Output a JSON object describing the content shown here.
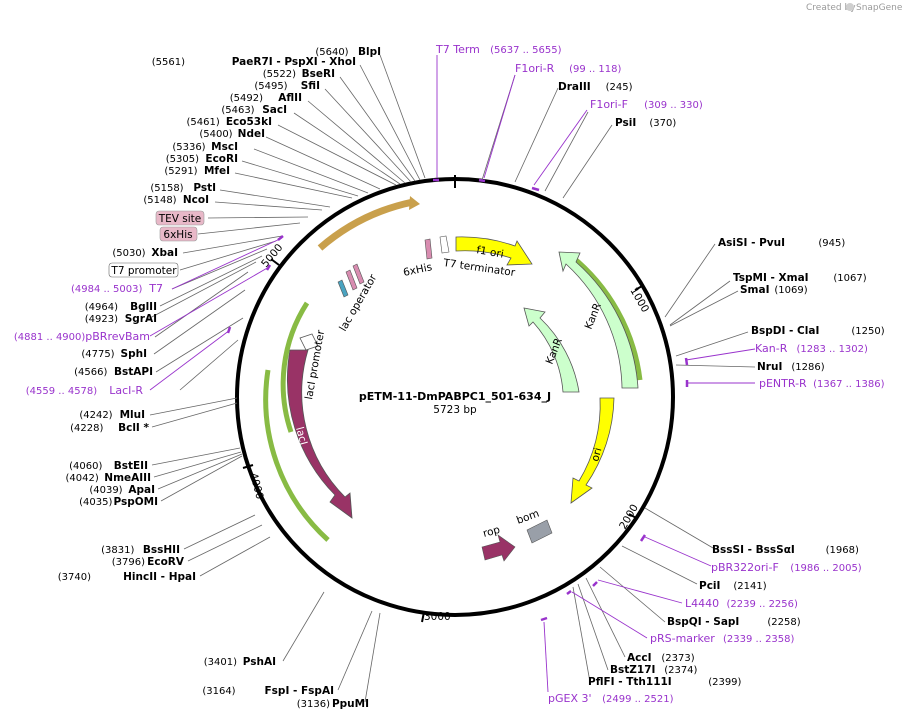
{
  "app": {
    "credit_prefix": "Created by",
    "credit_brand": "SnapGene"
  },
  "plasmid": {
    "name": "pETM-11-DmPABPC1_501-634_J",
    "length": "5723 bp"
  },
  "ticks": [
    "1000",
    "2000",
    "3000",
    "4000",
    "5000"
  ],
  "sites": [
    {
      "pos": "(5640)",
      "name": "BlpI"
    },
    {
      "pos": "(5561)",
      "name": "PaeR7I   - PspXI   - XhoI"
    },
    {
      "pos": "(5522)",
      "name": "BseRI"
    },
    {
      "pos": "(5495)",
      "name": "SfiI"
    },
    {
      "pos": "(5492)",
      "name": "AflII"
    },
    {
      "pos": "(5463)",
      "name": "SacI"
    },
    {
      "pos": "(5461)",
      "name": "Eco53kI"
    },
    {
      "pos": "(5400)",
      "name": "NdeI"
    },
    {
      "pos": "(5336)",
      "name": "MscI"
    },
    {
      "pos": "(5305)",
      "name": "EcoRI"
    },
    {
      "pos": "(5291)",
      "name": "MfeI"
    },
    {
      "pos": "(5158)",
      "name": "PstI"
    },
    {
      "pos": "(5148)",
      "name": "NcoI"
    },
    {
      "pos": "(5030)",
      "name": "XbaI"
    },
    {
      "pos": "(4964)",
      "name": "BglII"
    },
    {
      "pos": "(4923)",
      "name": "SgrAI"
    },
    {
      "pos": "(4775)",
      "name": "SphI"
    },
    {
      "pos": "(4566)",
      "name": "BstAPI"
    },
    {
      "pos": "(4242)",
      "name": "MluI"
    },
    {
      "pos": "(4228)",
      "name": "BclI *"
    },
    {
      "pos": "(4060)",
      "name": "BstEII"
    },
    {
      "pos": "(4042)",
      "name": "NmeAIII"
    },
    {
      "pos": "(4039)",
      "name": "ApaI"
    },
    {
      "pos": "(4035)",
      "name": "PspOMI"
    },
    {
      "pos": "(3831)",
      "name": "BssHII"
    },
    {
      "pos": "(3796)",
      "name": "EcoRV"
    },
    {
      "pos": "(3740)",
      "name": "HincII   - HpaI"
    },
    {
      "pos": "(3401)",
      "name": "PshAI"
    },
    {
      "pos": "(3164)",
      "name": "FspI   - FspAI"
    },
    {
      "pos": "(3136)",
      "name": "PpuMI"
    },
    {
      "pos": "(245)",
      "name": "DraIII"
    },
    {
      "pos": "(370)",
      "name": "PsiI"
    },
    {
      "pos": "(945)",
      "name": "AsiSI   - PvuI"
    },
    {
      "pos": "(1067)",
      "name": "TspMI   - XmaI"
    },
    {
      "pos": "(1069)",
      "name": "SmaI"
    },
    {
      "pos": "(1250)",
      "name": "BspDI   - ClaI"
    },
    {
      "pos": "(1286)",
      "name": "NruI"
    },
    {
      "pos": "(1968)",
      "name": "BssSI   - BssSαI"
    },
    {
      "pos": "(2141)",
      "name": "PciI"
    },
    {
      "pos": "(2258)",
      "name": "BspQI   - SapI"
    },
    {
      "pos": "(2373)",
      "name": "AccI"
    },
    {
      "pos": "(2374)",
      "name": "BstZ17I"
    },
    {
      "pos": "(2399)",
      "name": "PflFI   - Tth111I"
    }
  ],
  "primers": [
    {
      "name": "T7 Term",
      "range": "(5637 .. 5655)"
    },
    {
      "name": "F1ori-R",
      "range": "(99 .. 118)"
    },
    {
      "name": "F1ori-F",
      "range": "(309 .. 330)"
    },
    {
      "name": "Kan-R",
      "range": "(1283 .. 1302)"
    },
    {
      "name": "pENTR-R",
      "range": "(1367 .. 1386)"
    },
    {
      "name": "pBR322ori-F",
      "range": "(1986 .. 2005)"
    },
    {
      "name": "L4440",
      "range": "(2239 .. 2256)"
    },
    {
      "name": "pRS-marker",
      "range": "(2339 .. 2358)"
    },
    {
      "name": "pGEX 3'",
      "range": "(2499 .. 2521)"
    },
    {
      "name": "T7",
      "range": "(4984 .. 5003)"
    },
    {
      "name": "pBRrevBam",
      "range": "(4881 .. 4900)"
    },
    {
      "name": "LacI-R",
      "range": "(4559 .. 4578)"
    }
  ],
  "boxed": [
    "TEV site",
    "6xHis",
    "T7 promoter"
  ],
  "features": {
    "f1ori": "f1 ori",
    "kanr_outer": "KanR",
    "kanr_inner": "KanR",
    "ori": "ori",
    "laci": "lacI",
    "laci_promoter": "lacI promoter",
    "lac_operator": "lac operator",
    "his6": "6xHis",
    "t7_terminator": "T7 terminator",
    "rop": "rop",
    "bom": "bom"
  },
  "colors": {
    "primer": "#9933cc",
    "laci": "#993366",
    "f1ori": "#ffff00",
    "kanr": "#ccffcc",
    "orf_highlight": "#88bb44",
    "bom": "#999fa8",
    "boxed_fill": "#e8b8c8"
  }
}
